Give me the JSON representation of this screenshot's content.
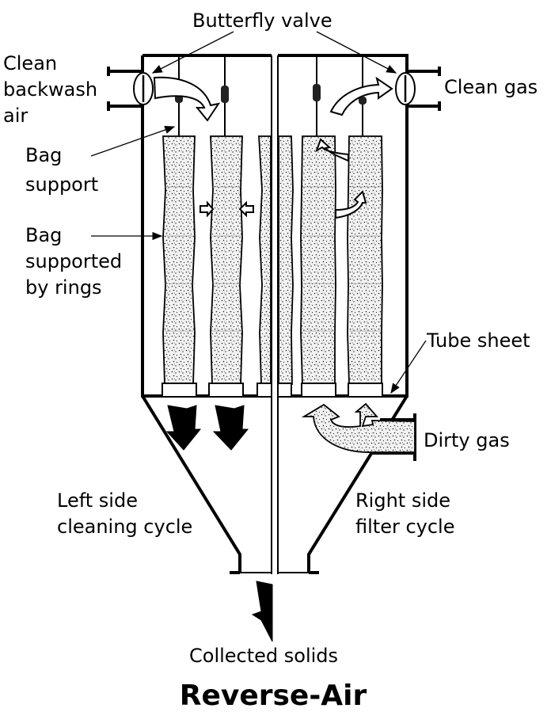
{
  "title": "Reverse-Air",
  "labels": {
    "butterfly_valve": "Butterfly valve",
    "clean_backwash_air": [
      "Clean",
      "backwash",
      "air"
    ],
    "clean_gas": "Clean gas",
    "bag_support": [
      "Bag",
      "support"
    ],
    "bag_supported_by_rings": [
      "Bag",
      "supported",
      "by rings"
    ],
    "tube_sheet": "Tube sheet",
    "dirty_gas": "Dirty gas",
    "left_side_cycle": [
      "Left side",
      "cleaning cycle"
    ],
    "right_side_cycle": [
      "Right side",
      "filter cycle"
    ],
    "collected_solids": "Collected solids"
  },
  "compartments": [
    {
      "side": "left",
      "mode": "cleaning",
      "bags_shown": 3
    },
    {
      "side": "right",
      "mode": "filtering",
      "bags_shown": 3
    }
  ],
  "colors": {
    "line": "#000000",
    "background": "#ffffff",
    "dust_fill": "#e6e6e6"
  }
}
